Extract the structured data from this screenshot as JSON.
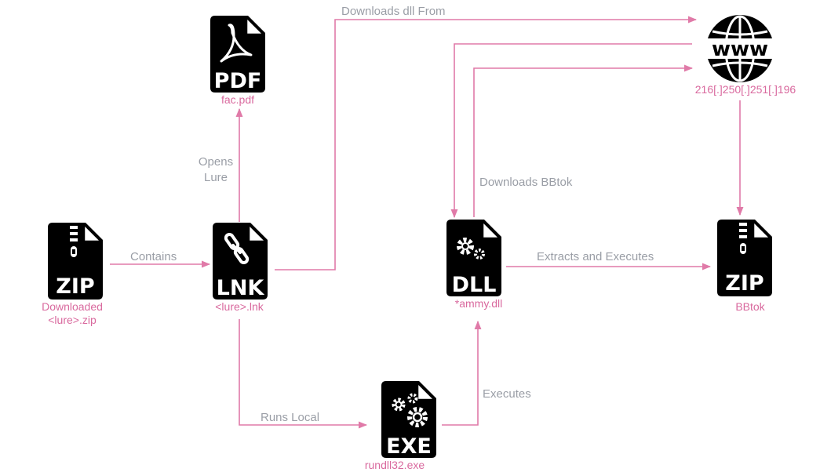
{
  "nodes": {
    "zip_downloaded": {
      "badge": "ZIP",
      "label_lines": [
        "Downloaded",
        "<lure>.zip"
      ]
    },
    "lnk": {
      "badge": "LNK",
      "label": "<lure>.lnk"
    },
    "pdf": {
      "badge": "PDF",
      "label": "fac.pdf"
    },
    "exe": {
      "badge": "EXE",
      "label": "rundll32.exe"
    },
    "dll": {
      "badge": "DLL",
      "label": "*ammy.dll"
    },
    "web": {
      "icon": "www-globe-icon",
      "text": "www",
      "label": "216[.]250[.]251[.]196"
    },
    "zip_bbtok": {
      "badge": "ZIP",
      "label": "BBtok"
    }
  },
  "edges": {
    "contains": "Contains",
    "opens_lure": [
      "Opens",
      "Lure"
    ],
    "downloads_dll_from": "Downloads dll From",
    "runs_local": "Runs Local",
    "executes": "Executes",
    "downloads_bbtok": "Downloads BBtok",
    "extracts_and_executes": "Extracts and Executes"
  },
  "colors": {
    "accent": "#e07aa8",
    "node_label": "#d9699e",
    "edge_label": "#9a9ea6",
    "icon": "#000000"
  }
}
